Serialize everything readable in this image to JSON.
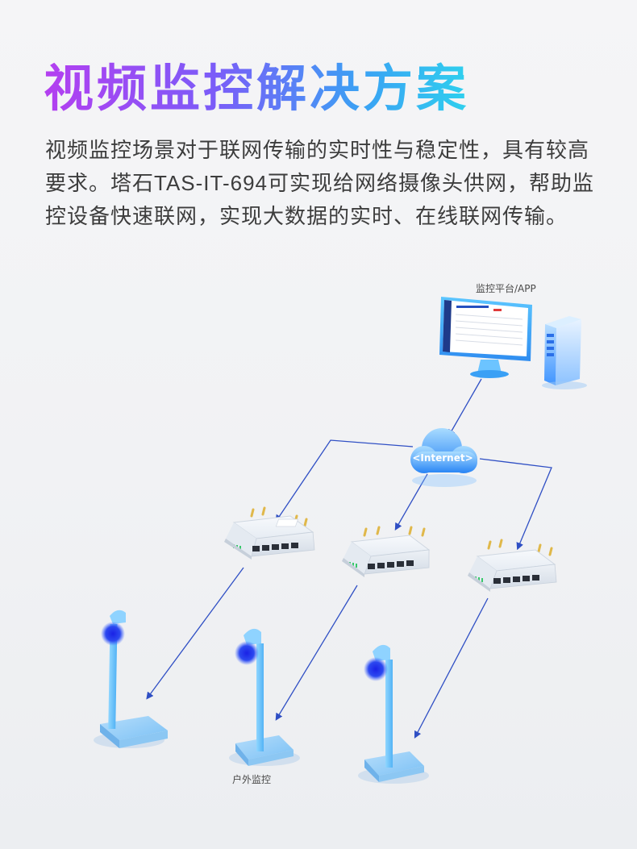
{
  "header": {
    "title": "视频监控解决方案",
    "description": "视频监控场景对于联网传输的实时性与稳定性，具有较高要求。塔石TAS-IT-694可实现给网络摄像头供网，帮助监控设备快速联网，实现大数据的实时、在线联网传输。"
  },
  "diagram": {
    "platform_label": "监控平台/APP",
    "cloud_label": "<Internet>",
    "outdoor_label": "户外监控"
  },
  "colors": {
    "title_gradient": [
      "#b43ff0",
      "#7b5cf8",
      "#3aa2f4",
      "#2fd0ee"
    ],
    "link_line": "#2f4fc4",
    "accent_blue": "#1e7bf0",
    "camera_blue": "#1f2fe0"
  }
}
